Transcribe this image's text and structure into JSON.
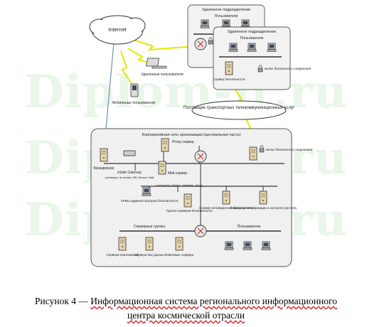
{
  "watermark": "Diplom-it.ru",
  "diagram": {
    "internet": "Internet",
    "remote_office_1": {
      "title": "Удаленное подразделение",
      "users": "Пользователи",
      "gateway": "Шлюз безопасного соединения"
    },
    "remote_office_2": {
      "title": "Удаленное подразделение",
      "users": "Пользователи",
      "security_server": "Сервер безопасности",
      "gateway": "Шлюз безопасного соединения"
    },
    "remote_users": "Удаленные пользователи",
    "mobile_users": "Мобильные пользователи",
    "provider": "Поставщик транспортных телекоммуникационных услуг",
    "corporate": {
      "title": "Корпоративная сеть организации (центральная часть)",
      "firewall": "Брандмауэр",
      "esafe": "eSafe Gateway",
      "esafe_sub": "(антивирус, Антиспам, URL-Фильтр, Mail)",
      "proxy": "Proxy-сервер",
      "mail": "Mail-сервер",
      "gateway": "Шлюз безопасного соединения",
      "arm": "АРМы администраторов безопасности",
      "security_group_sub": "LanGuardia, eSpider, Intellislate, Декор",
      "security_group": "Группа серверов безопасности",
      "antivirus": "Сервер антивирусной безопасности",
      "auth": "Сервер аутентификации и контроля доступа",
      "server_group": "Серверные группы",
      "users": "Пользователи",
      "app_servers": "Сервера приложений",
      "db_servers": "Сервера баз данных",
      "file_servers": "Файловые сервера"
    }
  },
  "caption": {
    "prefix": "Рисунок 4 — ",
    "line1": "Информационная система регионального информационного",
    "line2": "центра космической отрасли"
  }
}
